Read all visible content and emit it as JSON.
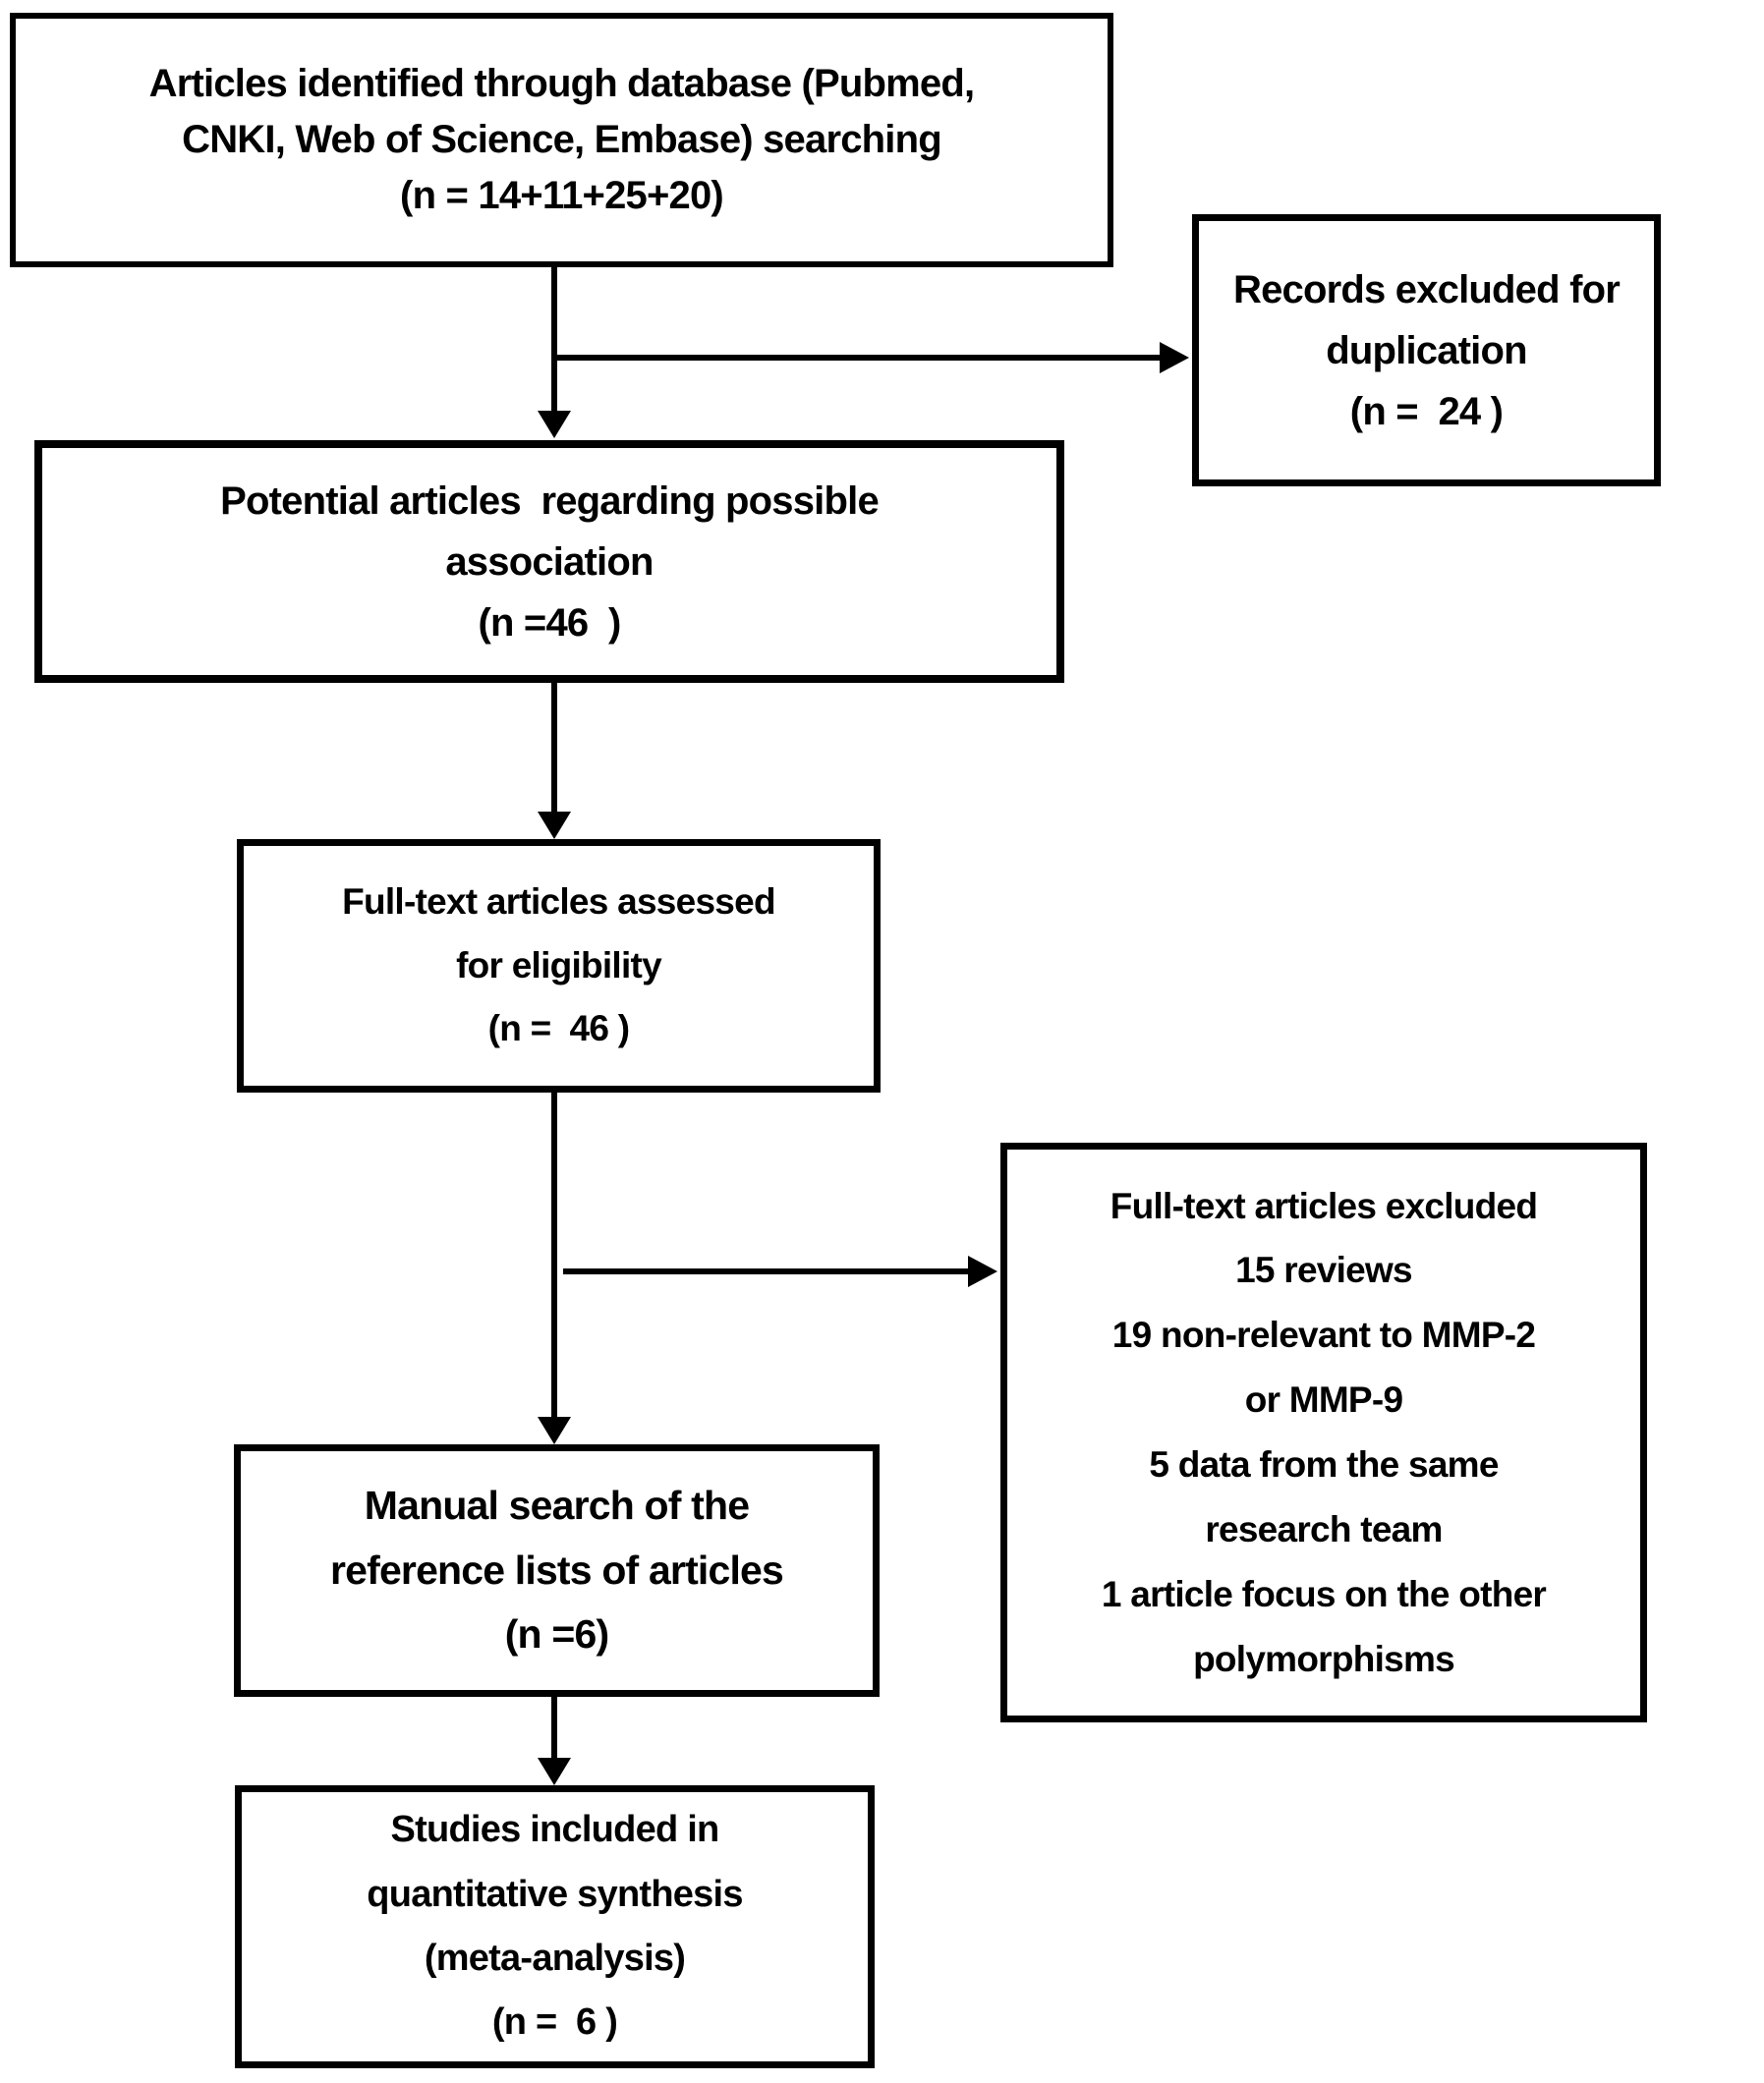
{
  "diagram": {
    "type": "flowchart",
    "description": "Study selection flow diagram for a meta-analysis",
    "background_color": "#ffffff",
    "line_color": "#000000",
    "text_color": "#000000",
    "boxes": {
      "identification": {
        "lines": [
          "Articles identified through database (Pubmed,",
          "CNKI, Web of Science, Embase) searching",
          "(n = 14+11+25+20)"
        ]
      },
      "duplication": {
        "lines": [
          "Records excluded for",
          "duplication",
          "(n =  24 )"
        ]
      },
      "potential": {
        "lines": [
          "Potential articles  regarding possible",
          "association",
          "(n =46  )"
        ]
      },
      "eligibility": {
        "lines": [
          "Full-text articles assessed",
          "for eligibility",
          "(n =  46 )"
        ]
      },
      "excluded": {
        "lines": [
          "Full-text articles excluded",
          "15 reviews",
          "19 non-relevant to MMP-2",
          "or MMP-9",
          "5 data from the same",
          "research team",
          "1 article focus on the other",
          "polymorphisms"
        ]
      },
      "manual": {
        "lines": [
          "Manual search of the",
          "reference lists of articles",
          "(n =6)"
        ]
      },
      "included": {
        "lines": [
          "Studies included in",
          "quantitative synthesis",
          "(meta-analysis)",
          "(n =  6 )"
        ]
      }
    }
  }
}
